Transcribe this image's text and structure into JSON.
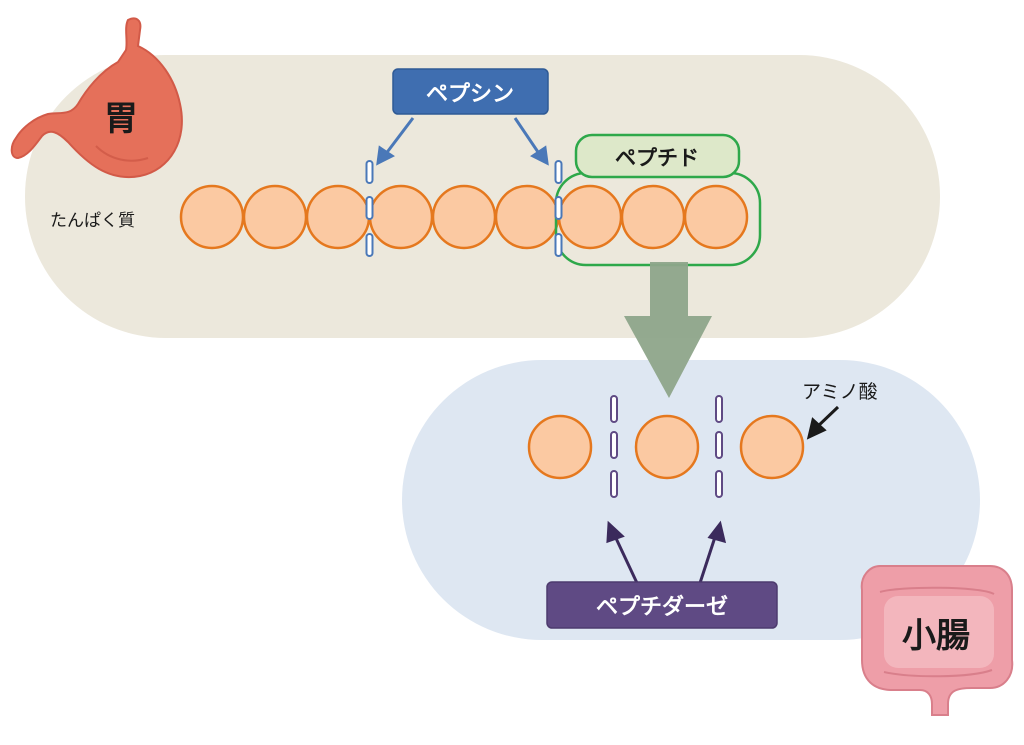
{
  "stomach": {
    "label": "胃",
    "protein_label": "たんぱく質",
    "enzyme_label": "ペプシン",
    "peptide_label": "ペプチド",
    "protein_chain_count": 9,
    "peptide_group_count": 3,
    "cleavage_after_positions": [
      3,
      6
    ]
  },
  "intestine": {
    "label": "小腸",
    "amino_acid_label": "アミノ酸",
    "enzyme_label": "ペプチダーゼ",
    "amino_acid_count": 3
  },
  "colors": {
    "stomach_bg": "#ece8dc",
    "intestine_bg": "#dee7f2",
    "circle_fill": "#fbc9a2",
    "circle_stroke": "#e5781e",
    "pepsin_box": "#3f6eb0",
    "peptide_box_fill": "#dde8c9",
    "peptide_box_stroke": "#2ea84a",
    "peptidase_box": "#5f4a84",
    "down_arrow": "#8ea58a",
    "cut_blue": "#4a78b8",
    "cut_purple": "#5f4a84",
    "stomach_organ": "#e5705a",
    "intestine_organ": "#ee9ea8"
  }
}
